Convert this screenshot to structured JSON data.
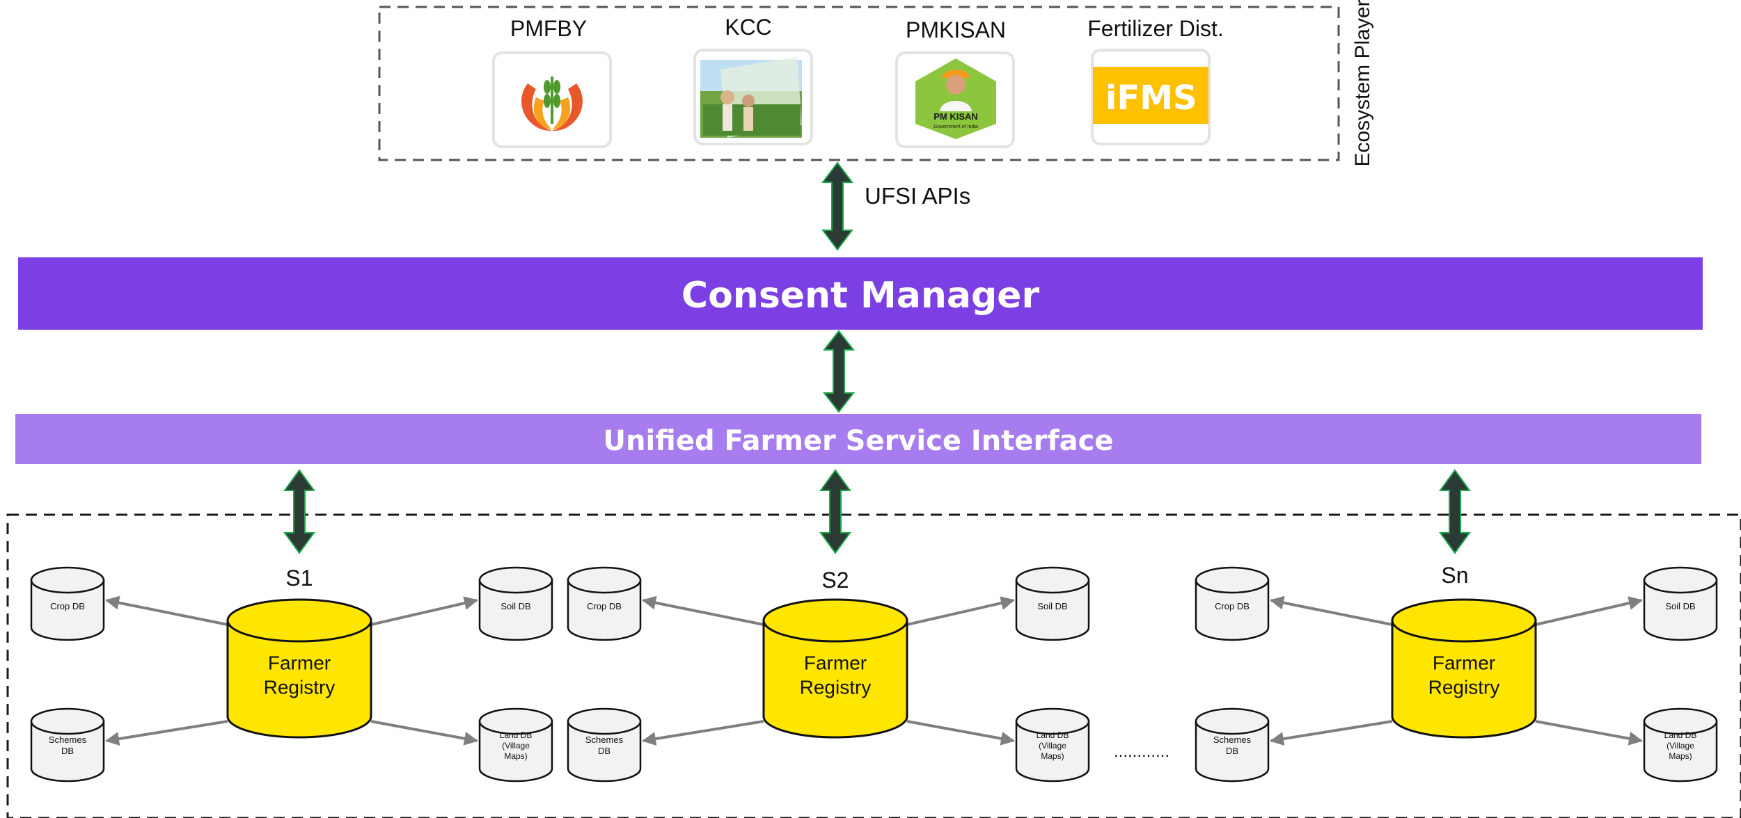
{
  "ecosystem": {
    "title": "Ecosystem Players",
    "players": [
      {
        "name": "PMFBY",
        "logo": "wheat-hands-logo"
      },
      {
        "name": "KCC",
        "logo": "kisan-credit-card-image"
      },
      {
        "name": "PMKISAN",
        "logo": "pm-kisan-logo",
        "logo_text": "PM KISAN",
        "logo_subtext": "Government of India"
      },
      {
        "name": "Fertilizer Dist.",
        "logo": "ifms-logo",
        "logo_text": "iFMS"
      }
    ]
  },
  "apis_label": "UFSI APIs",
  "consent_manager": {
    "title": "Consent Manager",
    "color": "#7B3FE4"
  },
  "ufsi": {
    "title": "Unified Farmer Service Interface",
    "color": "#A67CEE"
  },
  "states": [
    {
      "label": "S1",
      "registry": [
        "Farmer",
        "Registry"
      ],
      "crop_db": "Crop DB",
      "schemes_db": [
        "Schemes",
        "DB"
      ],
      "soil_db": "Soil DB",
      "land_db": [
        "Land DB",
        "(Village",
        "Maps)"
      ]
    },
    {
      "label": "S2",
      "registry": [
        "Farmer",
        "Registry"
      ],
      "crop_db": "Crop DB",
      "schemes_db": [
        "Schemes",
        "DB"
      ],
      "soil_db": "Soil DB",
      "land_db": [
        "Land DB",
        "(Village",
        "Maps)"
      ]
    },
    {
      "label": "Sn",
      "registry": [
        "Farmer",
        "Registry"
      ],
      "crop_db": "Crop DB",
      "schemes_db": [
        "Schemes",
        "DB"
      ],
      "soil_db": "Soil DB",
      "land_db": [
        "Land DB",
        "(Village",
        "Maps)"
      ]
    }
  ],
  "ellipsis": "............",
  "colors": {
    "registry_fill": "#FFE600",
    "db_fill": "#F2F2F2",
    "arrow_dark": "#2B3A35",
    "arrow_outline": "#1AA84A",
    "connector": "#7F7F7F"
  }
}
